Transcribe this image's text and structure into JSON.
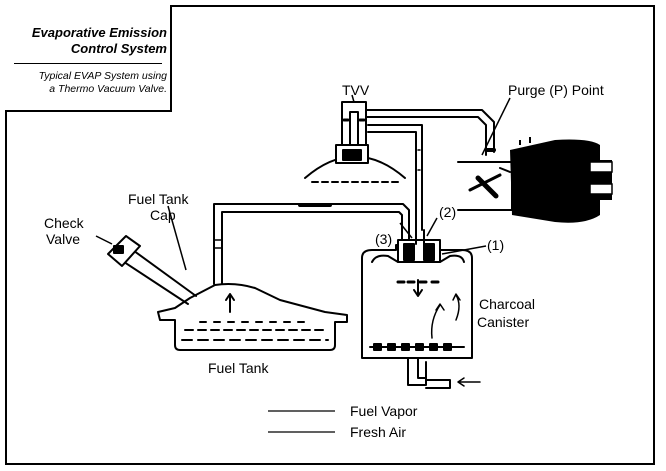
{
  "caption": {
    "title_line1": "Evaporative Emission",
    "title_line2": "Control System",
    "subtitle_line1": "Typical EVAP System using",
    "subtitle_line2": "a Thermo Vacuum Valve."
  },
  "labels": {
    "tvv": "TVV",
    "purge_point": "Purge (P) Point",
    "fuel_tank_cap_line1": "Fuel Tank",
    "fuel_tank_cap_line2": "Cap",
    "check_valve_line1": "Check",
    "check_valve_line2": "Valve",
    "port_2": "(2)",
    "port_3": "(3)",
    "port_1": "(1)",
    "charcoal_line1": "Charcoal",
    "charcoal_line2": "Canister",
    "fuel_tank": "Fuel Tank"
  },
  "legend": {
    "fuel_vapor": "Fuel Vapor",
    "fresh_air": "Fresh Air"
  }
}
